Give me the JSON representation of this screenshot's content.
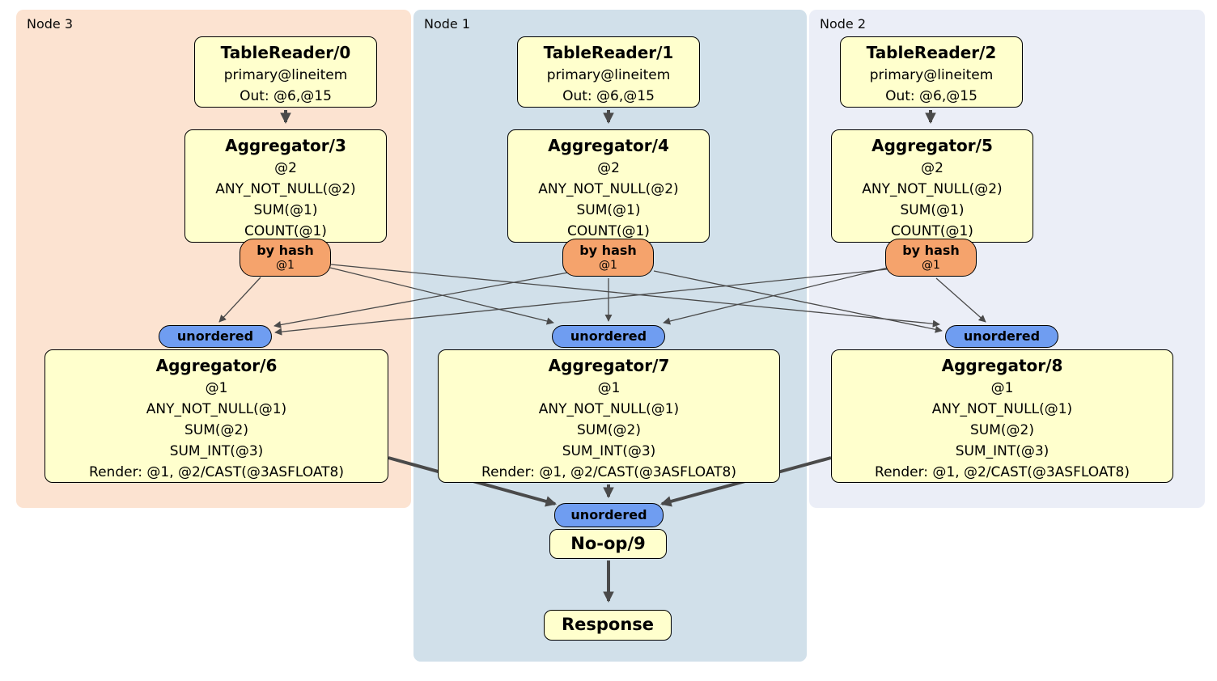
{
  "regions": {
    "node3": {
      "label": "Node 3"
    },
    "node1": {
      "label": "Node 1"
    },
    "node2": {
      "label": "Node 2"
    }
  },
  "boxes": {
    "tr0": {
      "title": "TableReader/0",
      "lines": [
        "primary@lineitem",
        "Out: @6,@15"
      ]
    },
    "tr1": {
      "title": "TableReader/1",
      "lines": [
        "primary@lineitem",
        "Out: @6,@15"
      ]
    },
    "tr2": {
      "title": "TableReader/2",
      "lines": [
        "primary@lineitem",
        "Out: @6,@15"
      ]
    },
    "agg3": {
      "title": "Aggregator/3",
      "lines": [
        "@2",
        "ANY_NOT_NULL(@2)",
        "SUM(@1)",
        "COUNT(@1)"
      ]
    },
    "agg4": {
      "title": "Aggregator/4",
      "lines": [
        "@2",
        "ANY_NOT_NULL(@2)",
        "SUM(@1)",
        "COUNT(@1)"
      ]
    },
    "agg5": {
      "title": "Aggregator/5",
      "lines": [
        "@2",
        "ANY_NOT_NULL(@2)",
        "SUM(@1)",
        "COUNT(@1)"
      ]
    },
    "agg6": {
      "title": "Aggregator/6",
      "lines": [
        "@1",
        "ANY_NOT_NULL(@1)",
        "SUM(@2)",
        "SUM_INT(@3)",
        "Render: @1, @2/CAST(@3ASFLOAT8)"
      ]
    },
    "agg7": {
      "title": "Aggregator/7",
      "lines": [
        "@1",
        "ANY_NOT_NULL(@1)",
        "SUM(@2)",
        "SUM_INT(@3)",
        "Render: @1, @2/CAST(@3ASFLOAT8)"
      ]
    },
    "agg8": {
      "title": "Aggregator/8",
      "lines": [
        "@1",
        "ANY_NOT_NULL(@1)",
        "SUM(@2)",
        "SUM_INT(@3)",
        "Render: @1, @2/CAST(@3ASFLOAT8)"
      ]
    },
    "noop": {
      "title": "No-op/9"
    },
    "response": {
      "title": "Response"
    }
  },
  "ovals": {
    "byhash0": {
      "label": "by hash",
      "sub": "@1"
    },
    "byhash1": {
      "label": "by hash",
      "sub": "@1"
    },
    "byhash2": {
      "label": "by hash",
      "sub": "@1"
    },
    "unordered6": {
      "label": "unordered"
    },
    "unordered7": {
      "label": "unordered"
    },
    "unordered8": {
      "label": "unordered"
    },
    "unordered9": {
      "label": "unordered"
    }
  },
  "colors": {
    "node3_bg": "#fce3d1",
    "node1_bg": "#d1e0ea",
    "node2_bg": "#ebeef7",
    "operator_box_fill": "#ffffcd",
    "hash_router_fill": "#f5a36c",
    "unordered_stream_fill": "#6f9df1",
    "edge": "#4a4a4a"
  }
}
